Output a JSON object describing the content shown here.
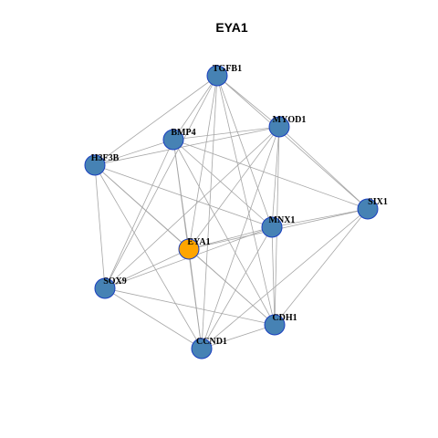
{
  "title": "EYA1",
  "colors": {
    "focus_node": "#ffa500",
    "node": "#4682b4",
    "node_border": "#1a3fbf",
    "edge": "#a6a6a6"
  },
  "nodes": [
    {
      "id": "TGFB1",
      "label": "TGFB1",
      "focus": false
    },
    {
      "id": "MYOD1",
      "label": "MYOD1",
      "focus": false
    },
    {
      "id": "BMP4",
      "label": "BMP4",
      "focus": false
    },
    {
      "id": "H3F3B",
      "label": "H3F3B",
      "focus": false
    },
    {
      "id": "SIX1",
      "label": "SIX1",
      "focus": false
    },
    {
      "id": "MNX1",
      "label": "MNX1",
      "focus": false
    },
    {
      "id": "EYA1",
      "label": "EYA1",
      "focus": true
    },
    {
      "id": "SOX9",
      "label": "SOX9",
      "focus": false
    },
    {
      "id": "CDH1",
      "label": "CDH1",
      "focus": false
    },
    {
      "id": "CCND1",
      "label": "CCND1",
      "focus": false
    }
  ],
  "edges": [
    [
      "TGFB1",
      "MYOD1"
    ],
    [
      "TGFB1",
      "BMP4"
    ],
    [
      "TGFB1",
      "H3F3B"
    ],
    [
      "TGFB1",
      "SIX1"
    ],
    [
      "TGFB1",
      "MNX1"
    ],
    [
      "TGFB1",
      "EYA1"
    ],
    [
      "TGFB1",
      "SOX9"
    ],
    [
      "TGFB1",
      "CDH1"
    ],
    [
      "TGFB1",
      "CCND1"
    ],
    [
      "MYOD1",
      "BMP4"
    ],
    [
      "MYOD1",
      "H3F3B"
    ],
    [
      "MYOD1",
      "SIX1"
    ],
    [
      "MYOD1",
      "MNX1"
    ],
    [
      "MYOD1",
      "EYA1"
    ],
    [
      "MYOD1",
      "SOX9"
    ],
    [
      "MYOD1",
      "CDH1"
    ],
    [
      "MYOD1",
      "CCND1"
    ],
    [
      "BMP4",
      "H3F3B"
    ],
    [
      "BMP4",
      "SIX1"
    ],
    [
      "BMP4",
      "MNX1"
    ],
    [
      "BMP4",
      "EYA1"
    ],
    [
      "BMP4",
      "SOX9"
    ],
    [
      "BMP4",
      "CDH1"
    ],
    [
      "BMP4",
      "CCND1"
    ],
    [
      "H3F3B",
      "MNX1"
    ],
    [
      "H3F3B",
      "EYA1"
    ],
    [
      "H3F3B",
      "SOX9"
    ],
    [
      "H3F3B",
      "CDH1"
    ],
    [
      "H3F3B",
      "CCND1"
    ],
    [
      "SIX1",
      "MNX1"
    ],
    [
      "SIX1",
      "EYA1"
    ],
    [
      "SIX1",
      "CDH1"
    ],
    [
      "SIX1",
      "CCND1"
    ],
    [
      "MNX1",
      "EYA1"
    ],
    [
      "MNX1",
      "SOX9"
    ],
    [
      "MNX1",
      "CDH1"
    ],
    [
      "MNX1",
      "CCND1"
    ],
    [
      "EYA1",
      "SOX9"
    ],
    [
      "EYA1",
      "CDH1"
    ],
    [
      "EYA1",
      "CCND1"
    ],
    [
      "SOX9",
      "CDH1"
    ],
    [
      "SOX9",
      "CCND1"
    ],
    [
      "CDH1",
      "CCND1"
    ]
  ]
}
